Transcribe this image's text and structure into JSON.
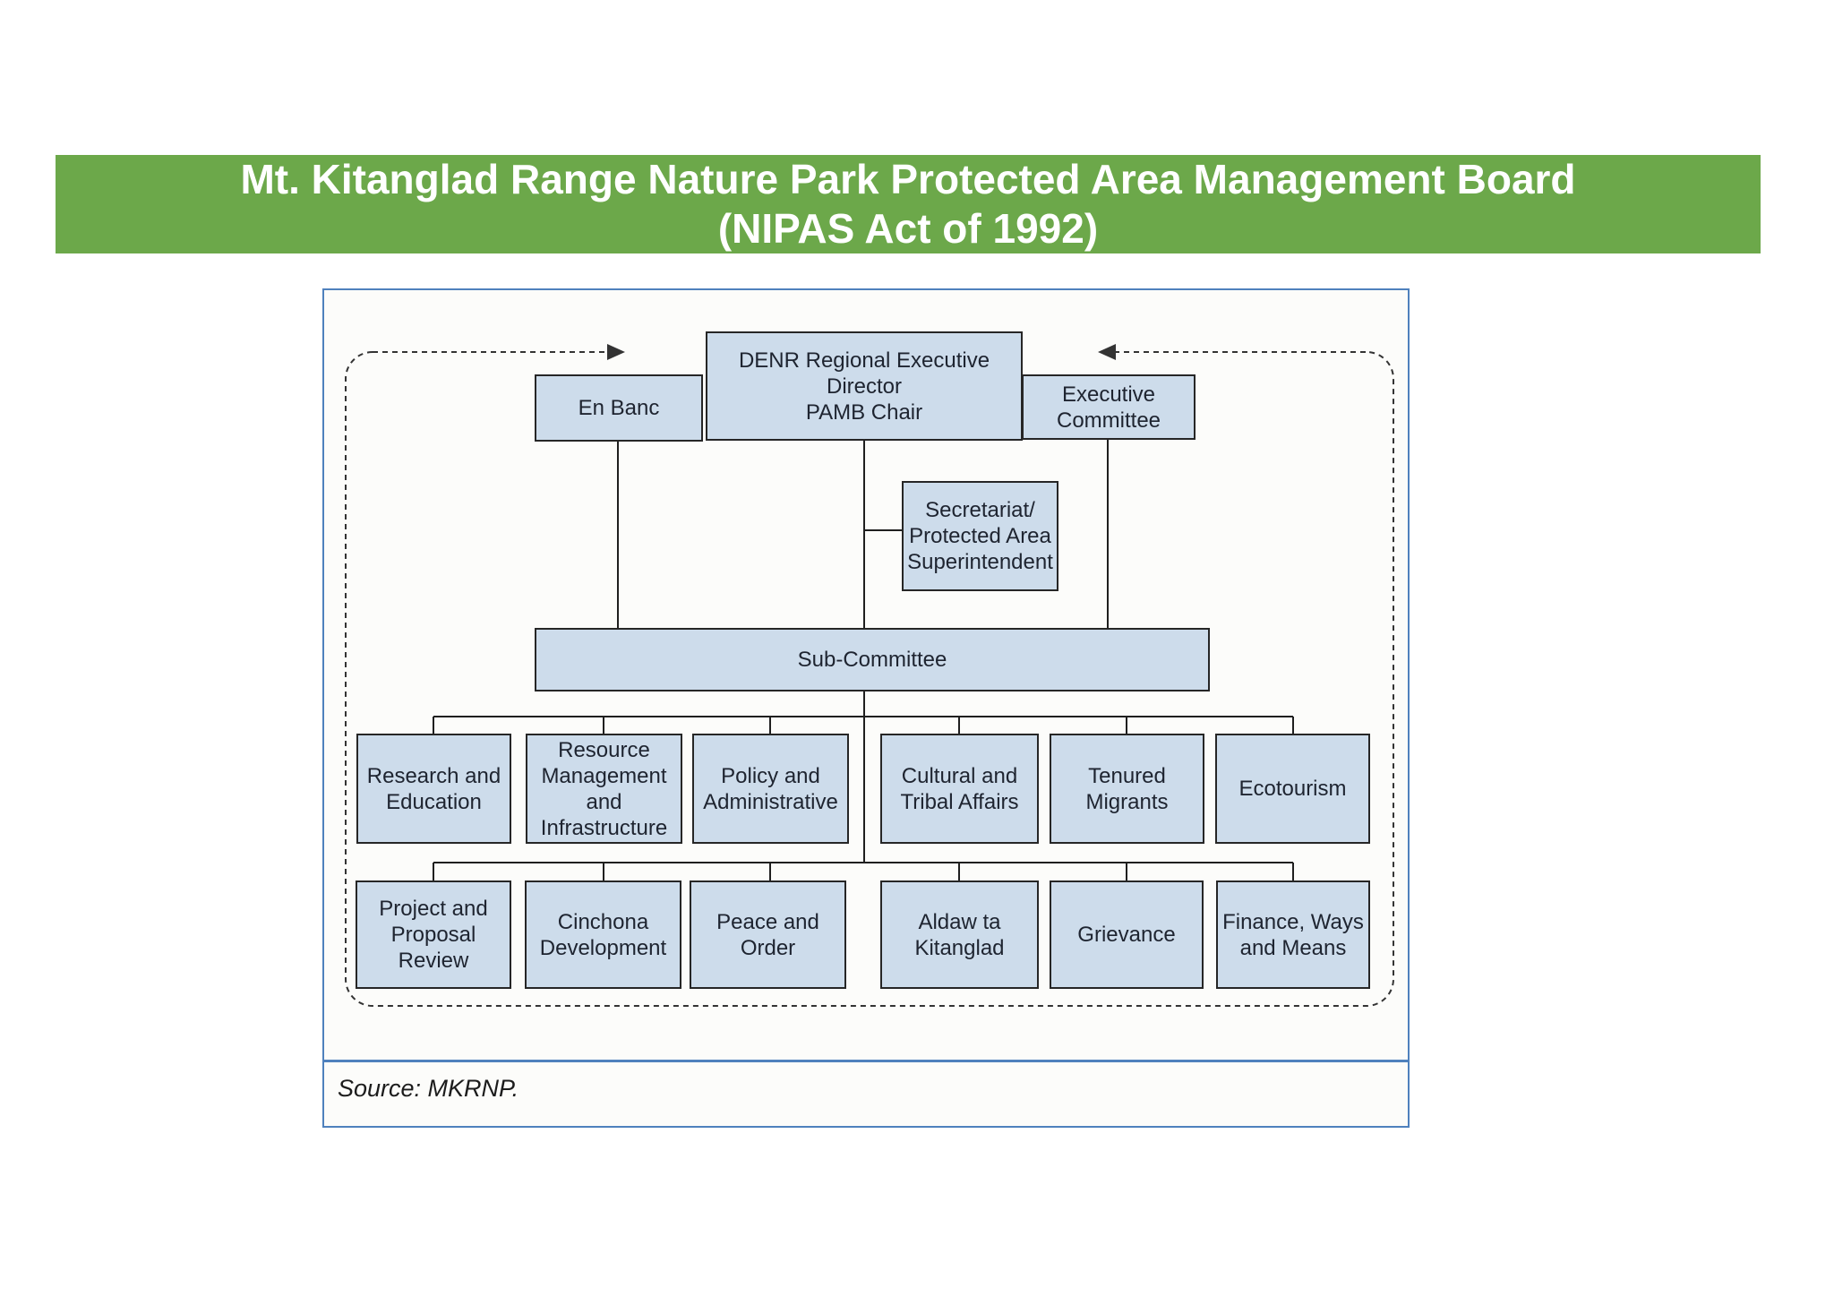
{
  "banner": {
    "title_line1": "Mt. Kitanglad Range Nature Park Protected Area Management Board",
    "title_line2": "(NIPAS Act of 1992)"
  },
  "org_chart": {
    "nodes": {
      "pamb_chair": "DENR Regional Executive Director\nPAMB Chair",
      "en_banc": "En Banc",
      "executive_committee": "Executive\nCommittee",
      "secretariat": "Secretariat/\nProtected Area\nSuperintendent",
      "sub_committee": "Sub-Committee",
      "research_education": "Research and\nEducation",
      "resource_management": "Resource\nManagement\nand\nInfrastructure",
      "policy_administrative": "Policy and\nAdministrative",
      "cultural_tribal": "Cultural and\nTribal Affairs",
      "tenured_migrants": "Tenured\nMigrants",
      "ecotourism": "Ecotourism",
      "project_proposal": "Project and\nProposal\nReview",
      "cinchona_development": "Cinchona\nDevelopment",
      "peace_order": "Peace and\nOrder",
      "aldaw_ta_kitanglad": "Aldaw ta\nKitanglad",
      "grievance": "Grievance",
      "finance_ways_means": "Finance, Ways\nand Means"
    }
  },
  "source_note": "Source: MKRNP.",
  "colors": {
    "banner_green": "#6CA84A",
    "frame_blue": "#4F81BD",
    "box_fill": "#CDDCEB",
    "box_border": "#262626",
    "box_text": "#1E2430",
    "line_color": "#1F1F1F",
    "dashed_color": "#333333",
    "source_text": "#1C1C1C"
  }
}
